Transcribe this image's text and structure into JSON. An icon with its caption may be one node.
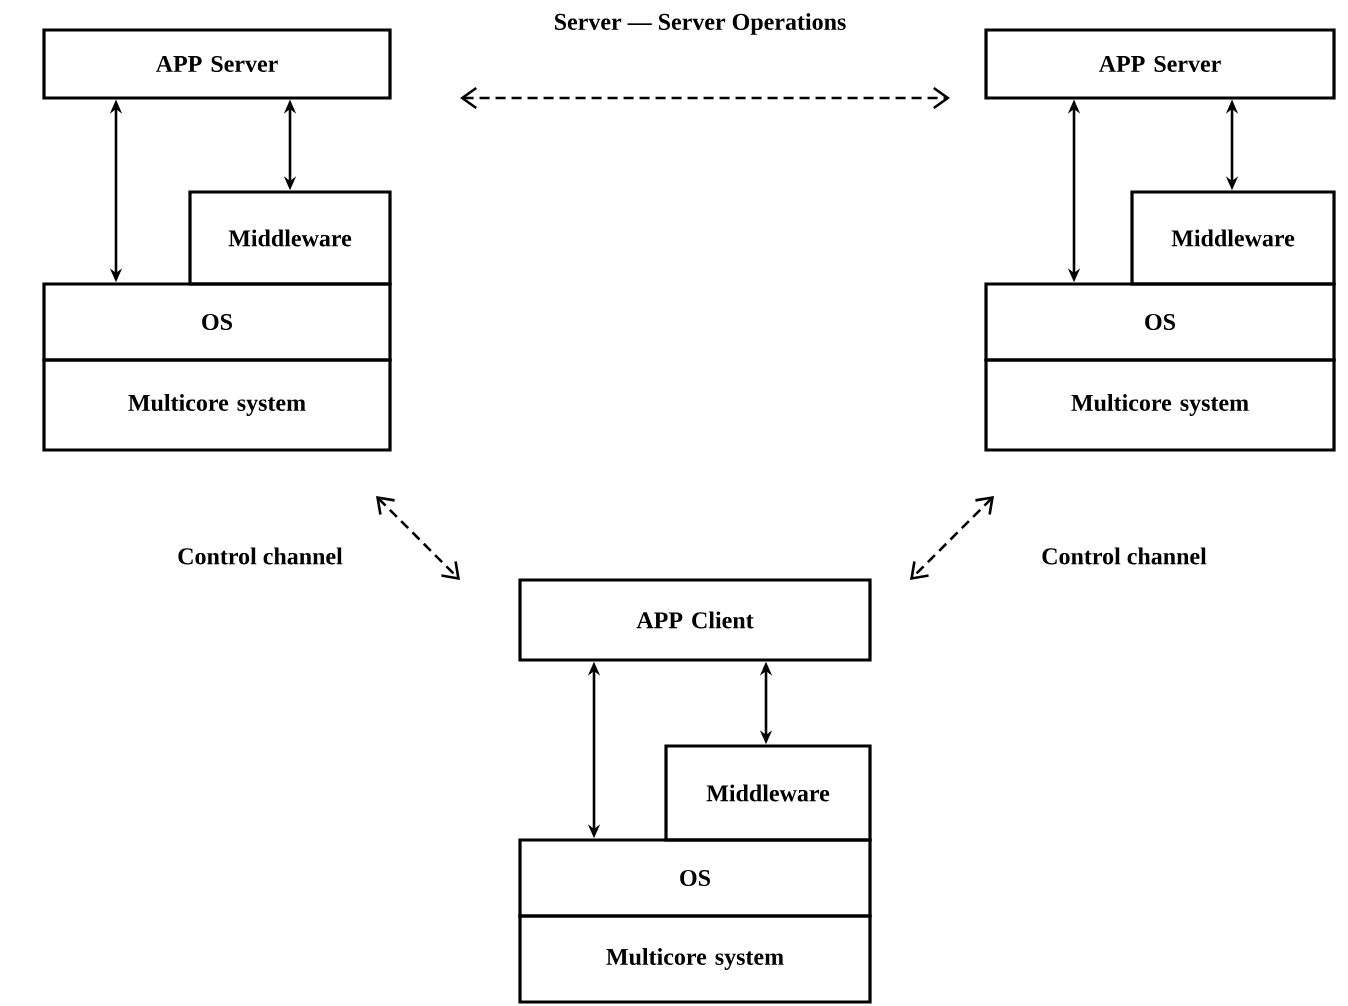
{
  "diagram": {
    "nodes": [
      {
        "text": [
          "APP Server"
        ]
      },
      {
        "text": [
          "Middleware"
        ]
      },
      {
        "text": [
          "OS"
        ]
      },
      {
        "text": [
          "Multicore system"
        ]
      },
      {
        "text": [
          "APP Server"
        ]
      },
      {
        "text": [
          "Middleware"
        ]
      },
      {
        "text": [
          "OS"
        ]
      },
      {
        "text": [
          "Multicore system"
        ]
      },
      {
        "text": [
          "APP  Client"
        ]
      },
      {
        "text": [
          "Middleware"
        ]
      },
      {
        "text": [
          "OS"
        ]
      },
      {
        "text": [
          "Multicore system"
        ]
      }
    ],
    "edges": [
      {
        "from": 0,
        "to": 2,
        "arrow": "both"
      },
      {
        "from": 0,
        "to": 1,
        "arrow": "both"
      },
      {
        "from": 4,
        "to": 6,
        "arrow": "both"
      },
      {
        "from": 4,
        "to": 5,
        "arrow": "both"
      },
      {
        "from": 8,
        "to": 10,
        "arrow": "both"
      },
      {
        "from": 8,
        "to": 9,
        "arrow": "both"
      },
      {
        "from": 0,
        "to": 4,
        "arrow": "both",
        "style": "dashed",
        "label": "Server — Server Operations"
      },
      {
        "from": 3,
        "to": 8,
        "arrow": "both",
        "style": "dashed",
        "label": "Control channel"
      },
      {
        "from": 7,
        "to": 8,
        "arrow": "both",
        "style": "dashed",
        "label": "Control channel"
      }
    ]
  }
}
